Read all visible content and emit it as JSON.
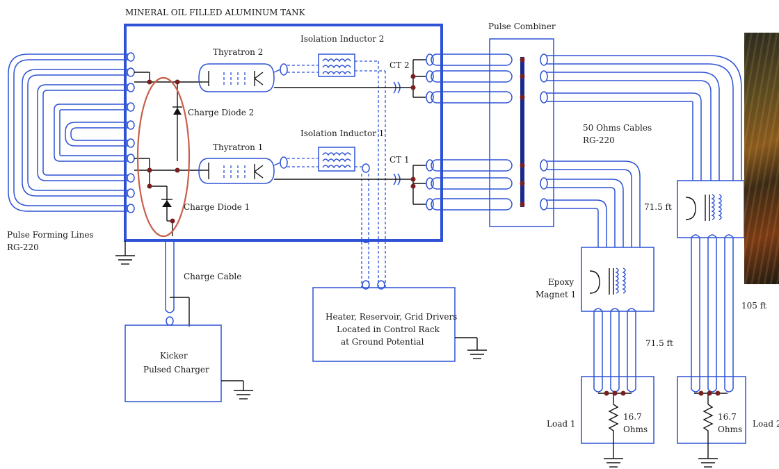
{
  "labels": {
    "tank": "MINERAL OIL FILLED ALUMINUM TANK",
    "pulse_combiner": "Pulse Combiner",
    "thyratron2": "Thyratron 2",
    "thyratron1": "Thyratron 1",
    "iso_inductor2": "Isolation Inductor 2",
    "iso_inductor1": "Isolation Inductor 1",
    "ct2": "CT 2",
    "ct1": "CT 1",
    "charge_diode2": "Charge Diode 2",
    "charge_diode1": "Charge Diode 1",
    "cables_line1": "50 Ohms Cables",
    "cables_line2": "RG-220",
    "pfl_line1": "Pulse Forming Lines",
    "pfl_line2": "RG-220",
    "charge_cable": "Charge Cable",
    "heater_line1": "Heater, Reservoir, Grid Drivers",
    "heater_line2": "Located in Control Rack",
    "heater_line3": "at Ground Potential",
    "kicker_line1": "Kicker",
    "kicker_line2": "Pulsed Charger",
    "epoxy_line1": "Epoxy",
    "epoxy_line2": "Magnet 1",
    "len_a": "71.5 ft",
    "len_b": "71.5 ft",
    "len_c": "105 ft",
    "load1": "Load 1",
    "load2": "Load 2",
    "res1_line1": "16.7",
    "res1_line2": "Ohms",
    "res2_line1": "16.7",
    "res2_line2": "Ohms"
  },
  "colors": {
    "wire": "#2d52d6",
    "junction": "#7a1f1f",
    "highlight_ellipse": "#c8604a",
    "combiner_bar": "#1a2a8a"
  },
  "icons": [
    "thyratron-tube-icon",
    "diode-icon",
    "ground-icon",
    "resistor-icon",
    "current-transformer-icon",
    "inductor-icon"
  ]
}
